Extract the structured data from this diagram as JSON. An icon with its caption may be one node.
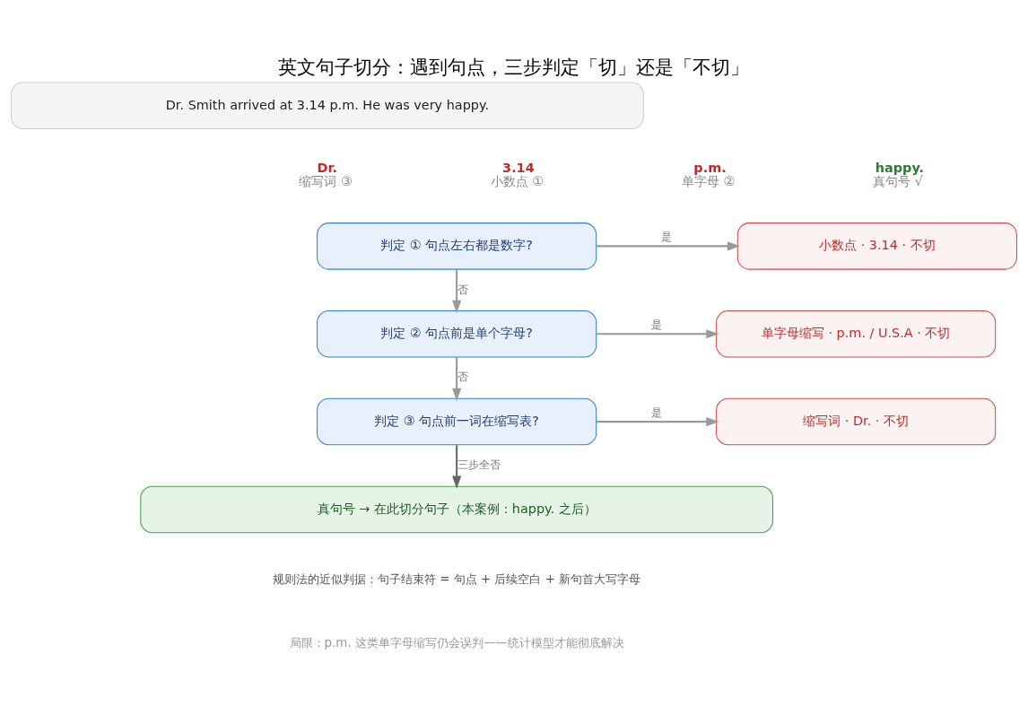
{
  "diagram": {
    "title": "英文句子切分：遇到句点，三步判定「切」还是「不切」",
    "nodes": [
      {
        "text": [
          "Dr. Smith arrived at 3.14 p.m. He was very happy."
        ]
      },
      {
        "text": [
          "判定 ① 句点左右都是数字?"
        ]
      },
      {
        "text": [
          "小数点 · 3.14 · 不切"
        ]
      },
      {
        "text": [
          "判定 ② 句点前是单个字母?"
        ]
      },
      {
        "text": [
          "单字母缩写 · p.m. / U.S.A · 不切"
        ]
      },
      {
        "text": [
          "判定 ③ 句点前一词在缩写表?"
        ]
      },
      {
        "text": [
          "缩写词 · Dr. · 不切"
        ]
      },
      {
        "text": [
          "真句号 → 在此切分句子（本案例：happy. 之后）"
        ]
      }
    ],
    "edges": [
      {
        "from": 1,
        "to": 2,
        "arrow": "to",
        "label": "是"
      },
      {
        "from": 1,
        "to": 3,
        "arrow": "to",
        "label": "否"
      },
      {
        "from": 3,
        "to": 4,
        "arrow": "to",
        "label": "是"
      },
      {
        "from": 3,
        "to": 5,
        "arrow": "to",
        "label": "否"
      },
      {
        "from": 5,
        "to": 6,
        "arrow": "to",
        "label": "是"
      },
      {
        "from": 5,
        "to": 7,
        "arrow": "to",
        "label": "三步全否",
        "color": "#666666"
      }
    ],
    "labels": [
      "Dr.",
      "缩写词 ③",
      "3.14",
      "小数点 ①",
      "p.m.",
      "单字母 ②",
      "happy.",
      "真句号 √",
      "规则法的近似判据：句子结束符 = 句点 + 后续空白 + 新句首大写字母",
      "局限：p.m. 这类单字母缩写仍会误判——统计模型才能彻底解决"
    ]
  }
}
